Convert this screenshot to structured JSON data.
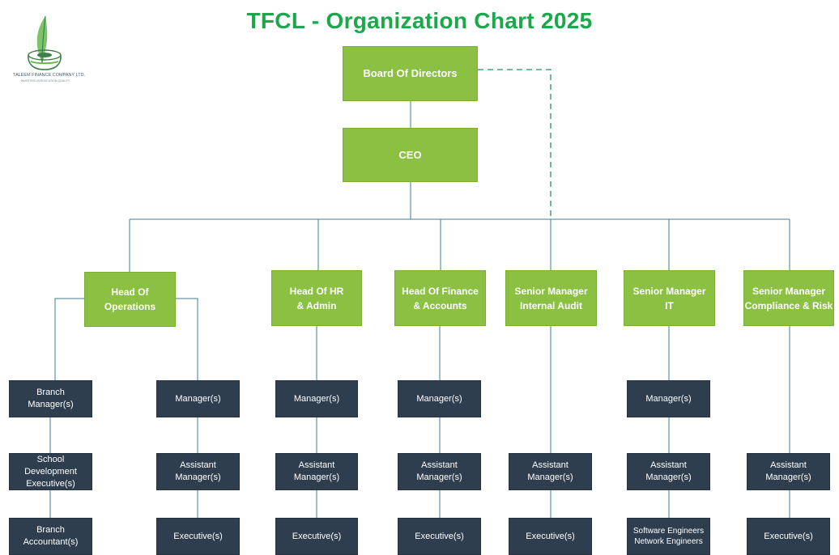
{
  "title": "TFCL - Organization Chart 2025",
  "logo": {
    "company_name": "TALEEM FINANCE COMPANY LTD.",
    "tagline": "INVESTING IN EDUCATION QUALITY"
  },
  "colors": {
    "title": "#1aa84a",
    "green_box": "#8bc043",
    "dark_box": "#2f3e4f",
    "connector": "#3e7f94",
    "dashed_connector": "#2e8b6e"
  },
  "nodes": {
    "board": "Board Of Directors",
    "ceo": "CEO",
    "heads": {
      "operations": "Head Of\nOperations",
      "hr": "Head Of HR\n& Admin",
      "finance": "Head Of Finance\n& Accounts",
      "audit": "Senior Manager\nInternal Audit",
      "it": "Senior Manager\nIT",
      "compliance": "Senior Manager\nCompliance & Risk"
    },
    "operations_left": {
      "branch_manager": "Branch\nManager(s)",
      "school_dev": "School\nDevelopment\nExecutive(s)",
      "branch_accountant": "Branch\nAccountant(s)"
    },
    "operations_right": {
      "manager": "Manager(s)",
      "assistant_manager": "Assistant\nManager(s)",
      "executive": "Executive(s)"
    },
    "hr": {
      "manager": "Manager(s)",
      "assistant_manager": "Assistant\nManager(s)",
      "executive": "Executive(s)"
    },
    "finance": {
      "manager": "Manager(s)",
      "assistant_manager": "Assistant\nManager(s)",
      "executive": "Executive(s)"
    },
    "audit": {
      "assistant_manager": "Assistant\nManager(s)",
      "executive": "Executive(s)"
    },
    "it": {
      "manager": "Manager(s)",
      "assistant_manager": "Assistant\nManager(s)",
      "engineers": "Software Engineers\nNetwork Engineers"
    },
    "compliance": {
      "assistant_manager": "Assistant\nManager(s)",
      "executive": "Executive(s)"
    }
  }
}
